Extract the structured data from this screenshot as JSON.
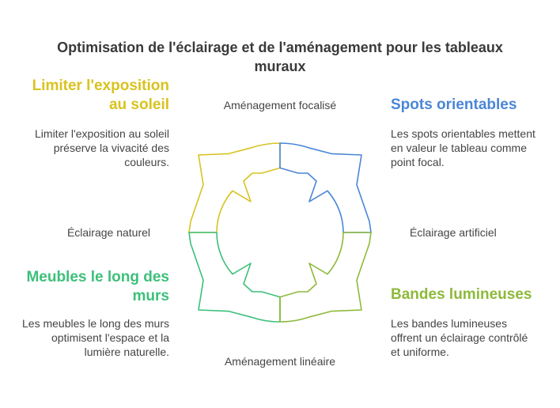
{
  "title": "Optimisation de l'éclairage et de l'aménagement pour les tableaux muraux",
  "axes": {
    "top": "Aménagement focalisé",
    "bottom": "Aménagement linéaire",
    "left": "Éclairage naturel",
    "right": "Éclairage artificiel"
  },
  "quadrants": {
    "top_left": {
      "heading": "Limiter l'exposition au soleil",
      "text": "Limiter l'exposition au soleil préserve la vivacité des couleurs.",
      "color": "#D8C31F"
    },
    "top_right": {
      "heading": "Spots orientables",
      "text": "Les spots orientables mettent en valeur le tableau comme point focal.",
      "color": "#4A86D6"
    },
    "bottom_left": {
      "heading": "Meubles le long des murs",
      "text": "Les meubles le long des murs optimisent l'espace et la lumière naturelle.",
      "color": "#3CC07A"
    },
    "bottom_right": {
      "heading": "Bandes lumineuses",
      "text": "Les bandes lumineuses offrent un éclairage contrôlé et uniforme.",
      "color": "#8DB93A"
    }
  }
}
